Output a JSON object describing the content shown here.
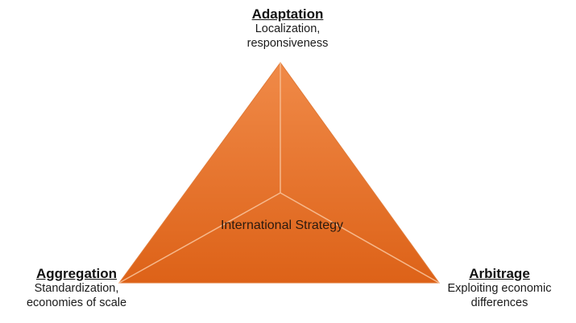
{
  "diagram": {
    "center_label": "International Strategy",
    "vertices": {
      "top": {
        "title": "Adaptation",
        "desc_lines": [
          "Localization,",
          "responsiveness"
        ]
      },
      "left": {
        "title": "Aggregation",
        "desc_lines": [
          "Standardization,",
          "economies of scale"
        ]
      },
      "right": {
        "title": "Arbitrage",
        "desc_lines": [
          "Exploiting economic",
          "differences"
        ]
      }
    },
    "colors": {
      "fill_top": "#f08a48",
      "fill_bottom": "#dd6218",
      "edge": "#e07a38",
      "inner_line": "#f6b88c"
    }
  }
}
